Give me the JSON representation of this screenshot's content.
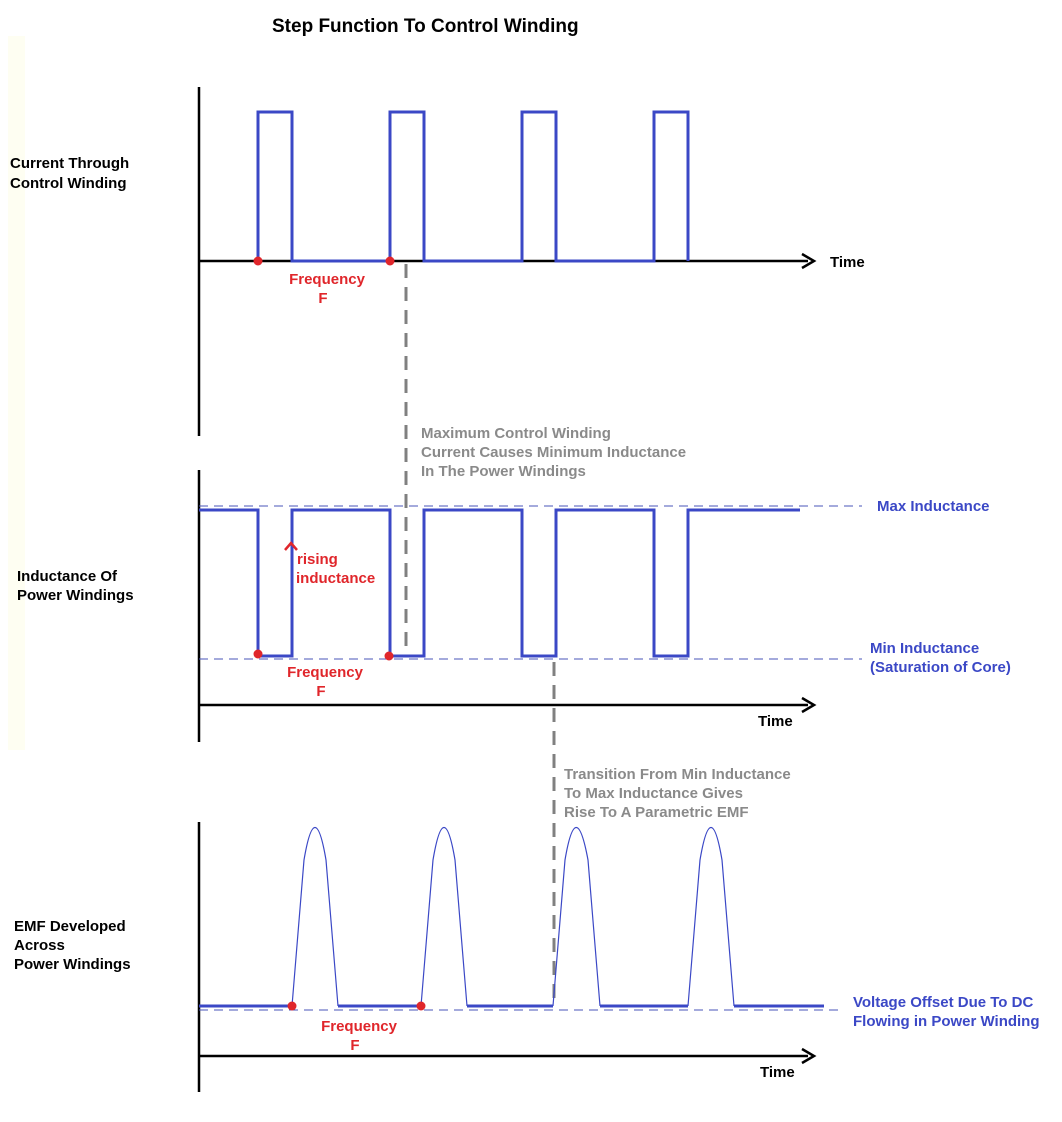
{
  "title": "Step Function To Control Winding",
  "colors": {
    "wave": "#3b48c6",
    "marker": "#e0262b",
    "guide": "#808080",
    "highlight_band": "#fefef2"
  },
  "panel_top": {
    "label_lines": [
      "Current Through",
      "Control Winding"
    ],
    "axis_label": "Time",
    "frequency_lines": [
      "Frequency",
      "F"
    ]
  },
  "annotation_max_control": [
    "Maximum Control Winding",
    "Current Causes Minimum Inductance",
    "In The Power Windings"
  ],
  "panel_middle": {
    "label_lines": [
      "Inductance Of",
      "Power Windings"
    ],
    "axis_label": "Time",
    "frequency_lines": [
      "Frequency",
      "F"
    ],
    "rising_lines": [
      "rising",
      "inductance"
    ],
    "max_label": "Max Inductance",
    "min_label_lines": [
      "Min Inductance",
      "(Saturation of Core)"
    ]
  },
  "annotation_transition": [
    "Transition From Min Inductance",
    "To Max Inductance Gives",
    "Rise To A Parametric EMF"
  ],
  "panel_bottom": {
    "label_lines": [
      "EMF Developed",
      "Across",
      "Power Windings"
    ],
    "axis_label": "Time",
    "frequency_lines": [
      "Frequency",
      "F"
    ],
    "offset_label_lines": [
      "Voltage Offset Due To DC",
      "Flowing in Power Winding"
    ]
  }
}
